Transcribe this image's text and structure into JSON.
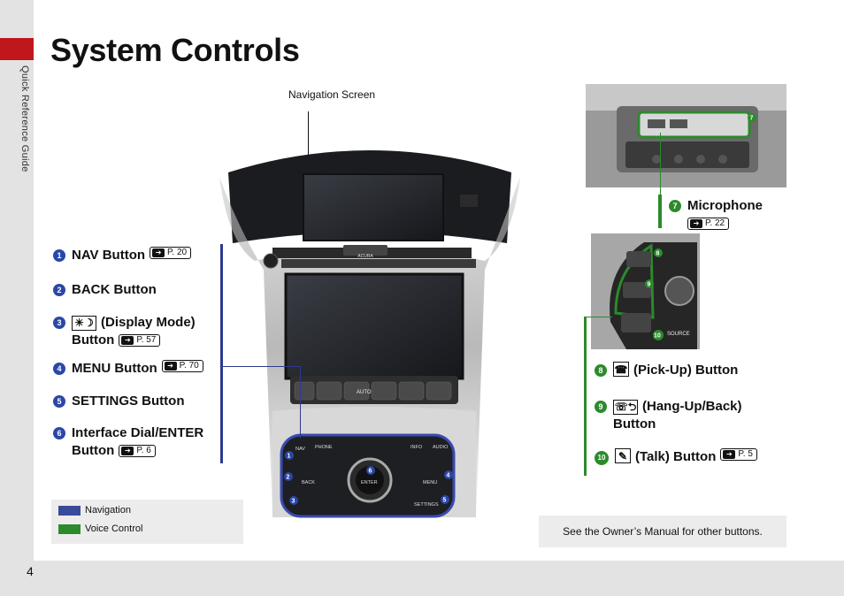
{
  "sidebar": {
    "label": "Quick Reference Guide"
  },
  "page": {
    "title": "System Controls",
    "number": "4"
  },
  "callouts": {
    "navigation_screen": "Navigation Screen"
  },
  "nav_controls": [
    {
      "num": "1",
      "label": "NAV Button",
      "ref": "P. 20"
    },
    {
      "num": "2",
      "label": "BACK Button"
    },
    {
      "num": "3",
      "label": "(Display Mode)",
      "label2": "Button",
      "ref": "P. 57"
    },
    {
      "num": "4",
      "label": "MENU Button",
      "ref": "P. 70"
    },
    {
      "num": "5",
      "label": "SETTINGS Button"
    },
    {
      "num": "6",
      "label": "Interface Dial/ENTER",
      "label2": "Button",
      "ref": "P. 6"
    }
  ],
  "voice_controls": [
    {
      "num": "7",
      "label": "Microphone",
      "ref": "P. 22"
    },
    {
      "num": "8",
      "label": "(Pick-Up) Button"
    },
    {
      "num": "9",
      "label": "(Hang-Up/Back)",
      "label2": "Button"
    },
    {
      "num": "10",
      "label": "(Talk) Button",
      "ref": "P. 5"
    }
  ],
  "console_labels": {
    "nav": "NAV",
    "phone": "PHONE",
    "info": "INFO",
    "audio": "AUDIO",
    "back": "BACK",
    "enter": "ENTER",
    "menu": "MENU",
    "settings": "SETTINGS",
    "auto": "AUTO",
    "acura": "ACURA",
    "source": "SOURCE"
  },
  "legend": [
    {
      "label": "Navigation",
      "color": "#3a4a9a"
    },
    {
      "label": "Voice Control",
      "color": "#2c8a2c"
    }
  ],
  "note": "See the Owner’s Manual for other buttons.",
  "colors": {
    "accent_red": "#c0171c",
    "nav_blue": "#2d3a8f",
    "voice_green": "#2c8a2c"
  }
}
